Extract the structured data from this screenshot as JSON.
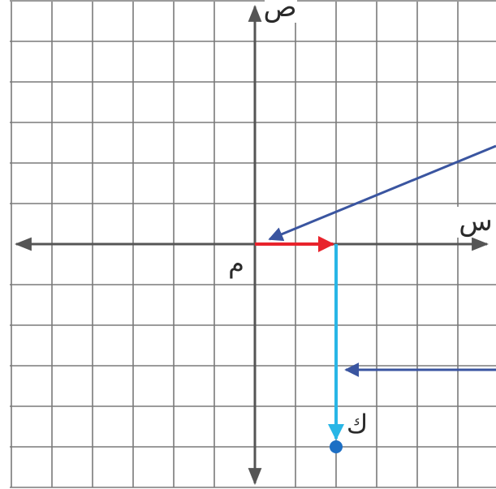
{
  "labels": {
    "origin": "م",
    "x_axis": "س",
    "y_axis": "ص",
    "point": "ك"
  },
  "grid": {
    "x_range": [
      -6,
      6
    ],
    "y_range": [
      -6,
      6
    ]
  },
  "points": {
    "origin": [
      0,
      0
    ],
    "step_end": [
      2,
      0
    ],
    "k": [
      2,
      -5
    ]
  },
  "colors": {
    "grid": "#7a7a7a",
    "axis": "#555555",
    "horizontal_step": "#e8232c",
    "vertical_step": "#29b6e6",
    "point": "#1d6fc4",
    "pointer": "#3a55a0"
  }
}
